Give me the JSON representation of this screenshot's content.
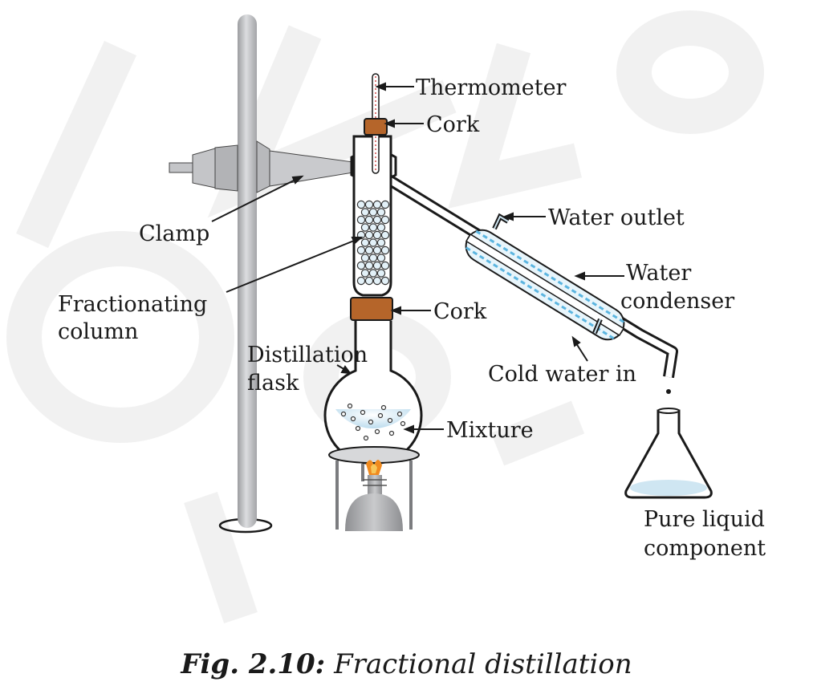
{
  "labels": {
    "thermometer": "Thermometer",
    "cork_top": "Cork",
    "water_outlet": "Water outlet",
    "water_condenser_line1": "Water",
    "water_condenser_line2": "condenser",
    "clamp": "Clamp",
    "fractionating_line1": "Fractionating",
    "fractionating_line2": "column",
    "cork_bottom": "Cork",
    "distillation_line1": "Distillation",
    "distillation_line2": "flask",
    "cold_water_in": "Cold water in",
    "mixture": "Mixture",
    "pure_line1": "Pure liquid",
    "pure_line2": "component"
  },
  "caption": {
    "fig_label": "Fig. 2.10:",
    "title": "Fractional distillation"
  },
  "colors": {
    "stand": "#b9babd",
    "cork": "#b5652a",
    "liquid": "#cfe6f2",
    "condenser": "#5bb5e0",
    "flame": "#f08a1e"
  },
  "watermark": "© NCERT not to be republished"
}
